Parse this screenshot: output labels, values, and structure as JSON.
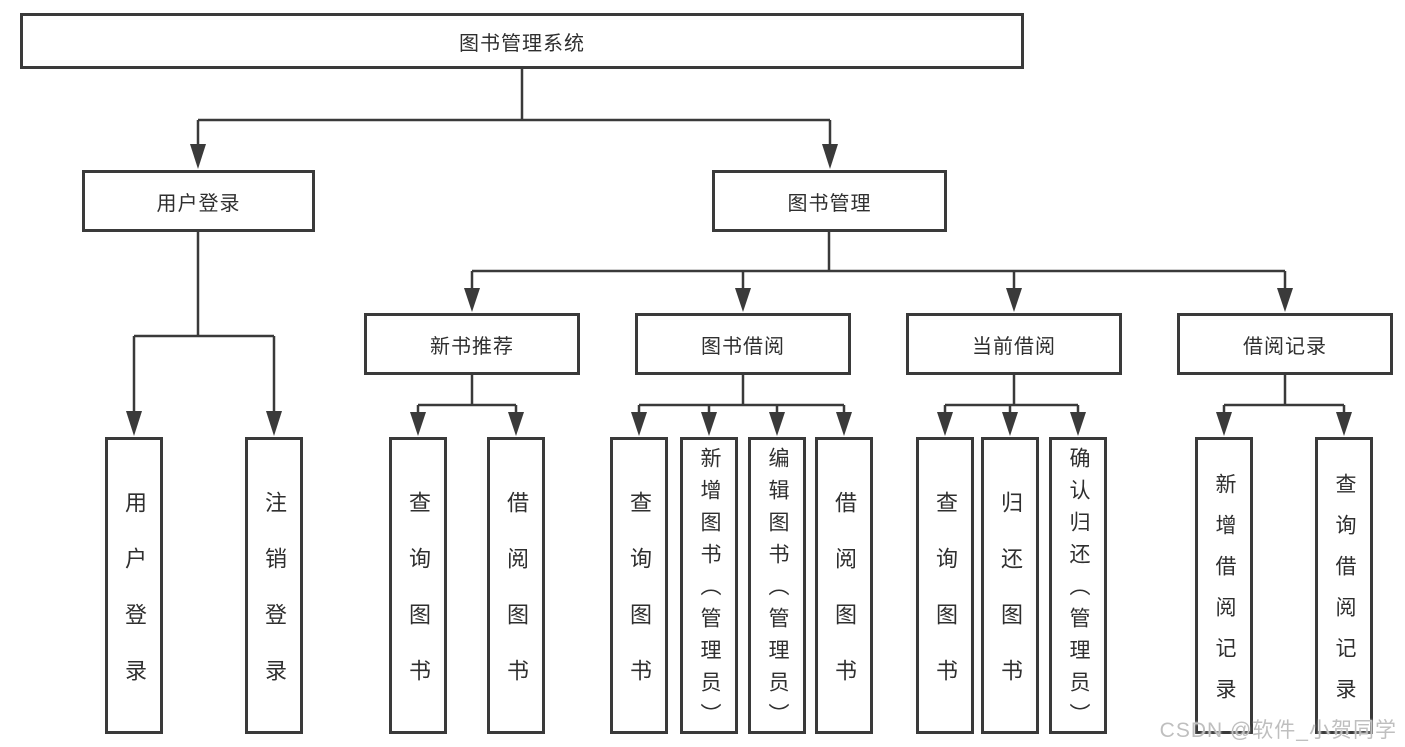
{
  "diagram": {
    "root": {
      "label": "图书管理系统"
    },
    "user_branch": {
      "label": "用户登录",
      "children": [
        {
          "label": "用户登录"
        },
        {
          "label": "注销登录"
        }
      ]
    },
    "book_branch": {
      "label": "图书管理",
      "groups": [
        {
          "label": "新书推荐",
          "children": [
            {
              "label": "查询图书"
            },
            {
              "label": "借阅图书"
            }
          ]
        },
        {
          "label": "图书借阅",
          "children": [
            {
              "label": "查询图书"
            },
            {
              "label": "新增图书（管理员）"
            },
            {
              "label": "编辑图书（管理员）"
            },
            {
              "label": "借阅图书"
            }
          ]
        },
        {
          "label": "当前借阅",
          "children": [
            {
              "label": "查询图书"
            },
            {
              "label": "归还图书"
            },
            {
              "label": "确认归还（管理员）"
            }
          ]
        },
        {
          "label": "借阅记录",
          "children": [
            {
              "label": "新增借阅记录"
            },
            {
              "label": "查询借阅记录"
            }
          ]
        }
      ]
    },
    "watermark": "CSDN @软件_小贺同学",
    "colors": {
      "line": "#3a3a3a",
      "text": "#2f2f2f",
      "watermark": "#bfbfbf",
      "background": "#ffffff"
    }
  }
}
